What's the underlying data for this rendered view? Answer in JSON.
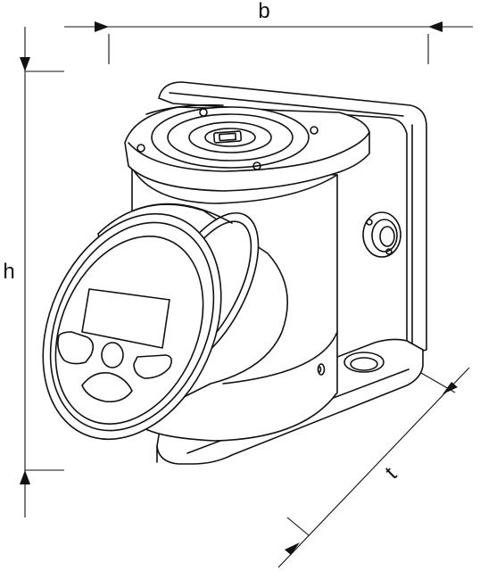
{
  "dimensions": {
    "width_label": "b",
    "height_label": "h",
    "depth_label": "t"
  },
  "colors": {
    "stroke": "#111111",
    "background": "#ffffff"
  }
}
